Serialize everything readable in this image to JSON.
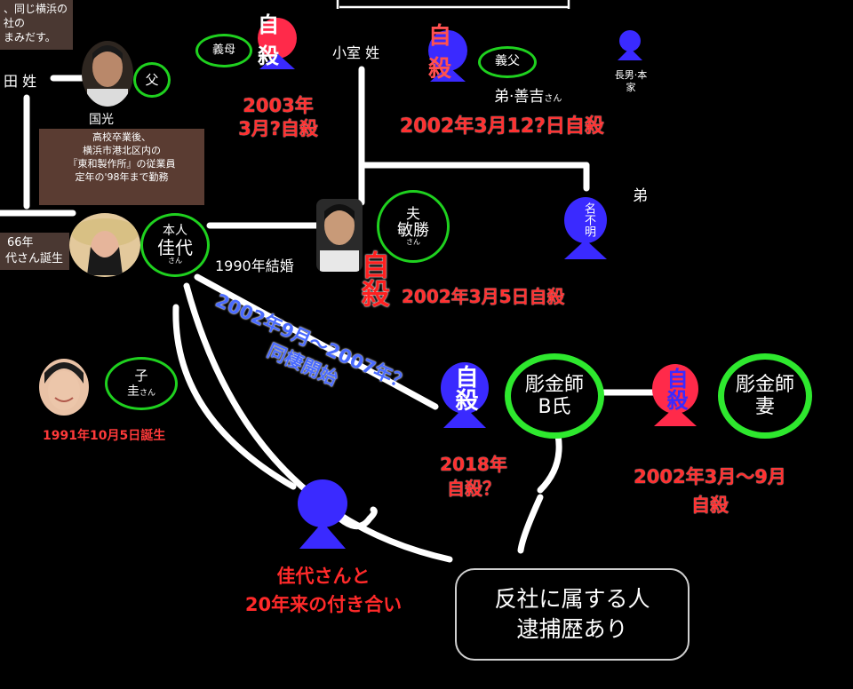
{
  "top_note": [
    "、同じ横浜の",
    "社の",
    "まみだす。"
  ],
  "nodes": {
    "father": {
      "role": "父",
      "name": "国光",
      "bio": [
        "高校卒業後、",
        "横浜市港北区内の",
        "『東和製作所』の従業員",
        "定年の'98年まで勤務"
      ]
    },
    "self": {
      "role": "本人",
      "name": "佳代",
      "name_suffix": "さん",
      "birth": [
        "66年",
        "代さん誕生"
      ]
    },
    "mother_in_law": {
      "role": "義母"
    },
    "father_in_law": {
      "role": "義父",
      "label": "弟·善吉",
      "label_suffix": "さん"
    },
    "husband": {
      "role": "夫",
      "name": "敏勝",
      "name_suffix": "さん"
    },
    "child": {
      "role": "子",
      "name": "圭",
      "name_suffix": "さん",
      "birth": "1991年10月5日誕生"
    },
    "eldest": {
      "label": "長男·本家"
    },
    "unknown": {
      "label": "名不明"
    },
    "brother": {
      "label": "弟"
    },
    "tattoo": {
      "name": "彫金師B氏"
    },
    "tattoo_wife": {
      "name": "彫金師妻"
    }
  },
  "surnames": {
    "left": "田 姓",
    "komuro": "小室 姓"
  },
  "badge_text": "自殺",
  "events": {
    "mother_in_law": [
      "2003年",
      "3月?自殺"
    ],
    "father_in_law": "2002年3月12?日自殺",
    "husband": "2002年3月5日自殺",
    "marriage": "1990年結婚",
    "cohab": [
      "2002年9月～2007年？",
      "同棲開始"
    ],
    "mid_suicide": [
      "2018年",
      "自殺？"
    ],
    "tattoo_wife": [
      "2002年3月～9月",
      "自殺"
    ],
    "partner": [
      "佳代さんと",
      "20年来の付き合い"
    ]
  },
  "antisocial": [
    "反社に属する人",
    "逮捕歴あり"
  ],
  "colors": {
    "green": "#1fd11f",
    "blue": "#3a2aff",
    "red": "#e8343e",
    "brown": "#5a3c32"
  }
}
